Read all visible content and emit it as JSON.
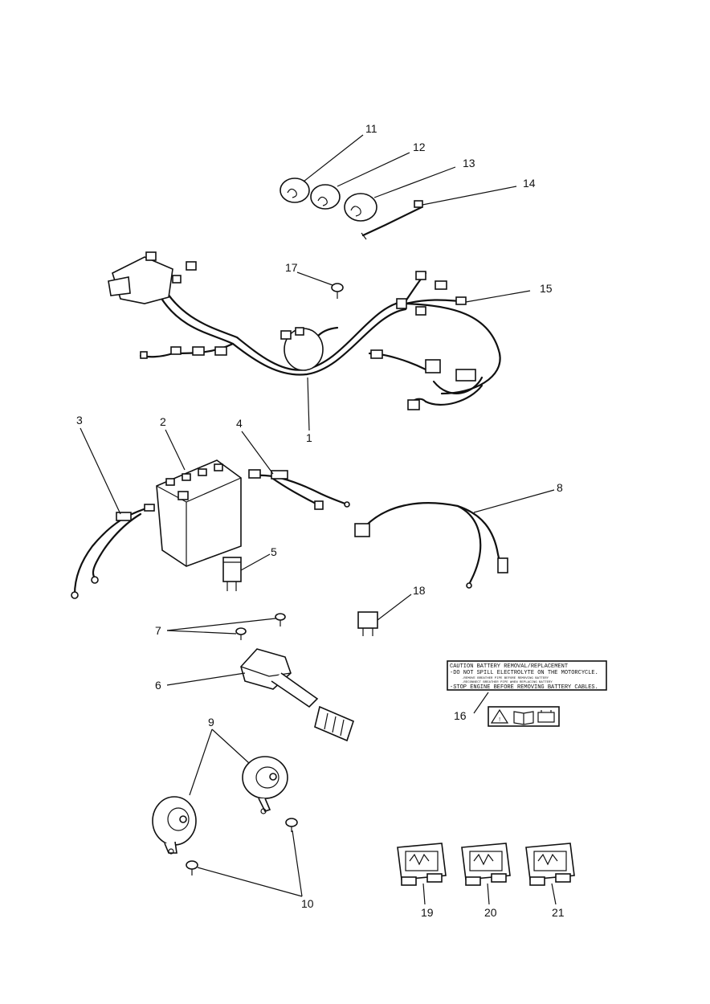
{
  "callouts": {
    "c1": "1",
    "c2": "2",
    "c3": "3",
    "c4": "4",
    "c5": "5",
    "c6": "6",
    "c7": "7",
    "c8": "8",
    "c9": "9",
    "c10": "10",
    "c11": "11",
    "c12": "12",
    "c13": "13",
    "c14": "14",
    "c15": "15",
    "c16": "16",
    "c17": "17",
    "c18": "18",
    "c19": "19",
    "c20": "20",
    "c21": "21"
  },
  "caution_label": {
    "line1": "CAUTION BATTERY REMOVAL/REPLACEMENT",
    "line2": "-DO NOT SPILL ELECTROLYTE ON THE MOTORCYCLE.",
    "line3": "-REMOVE BREATHER PIPE BEFORE REMOVING BATTERY",
    "line4": "-RECONNECT BREATHER PIPE WHEN REPLACING BATTERY",
    "line5": "-STOP ENGINE BEFORE REMOVING BATTERY CABLES."
  }
}
